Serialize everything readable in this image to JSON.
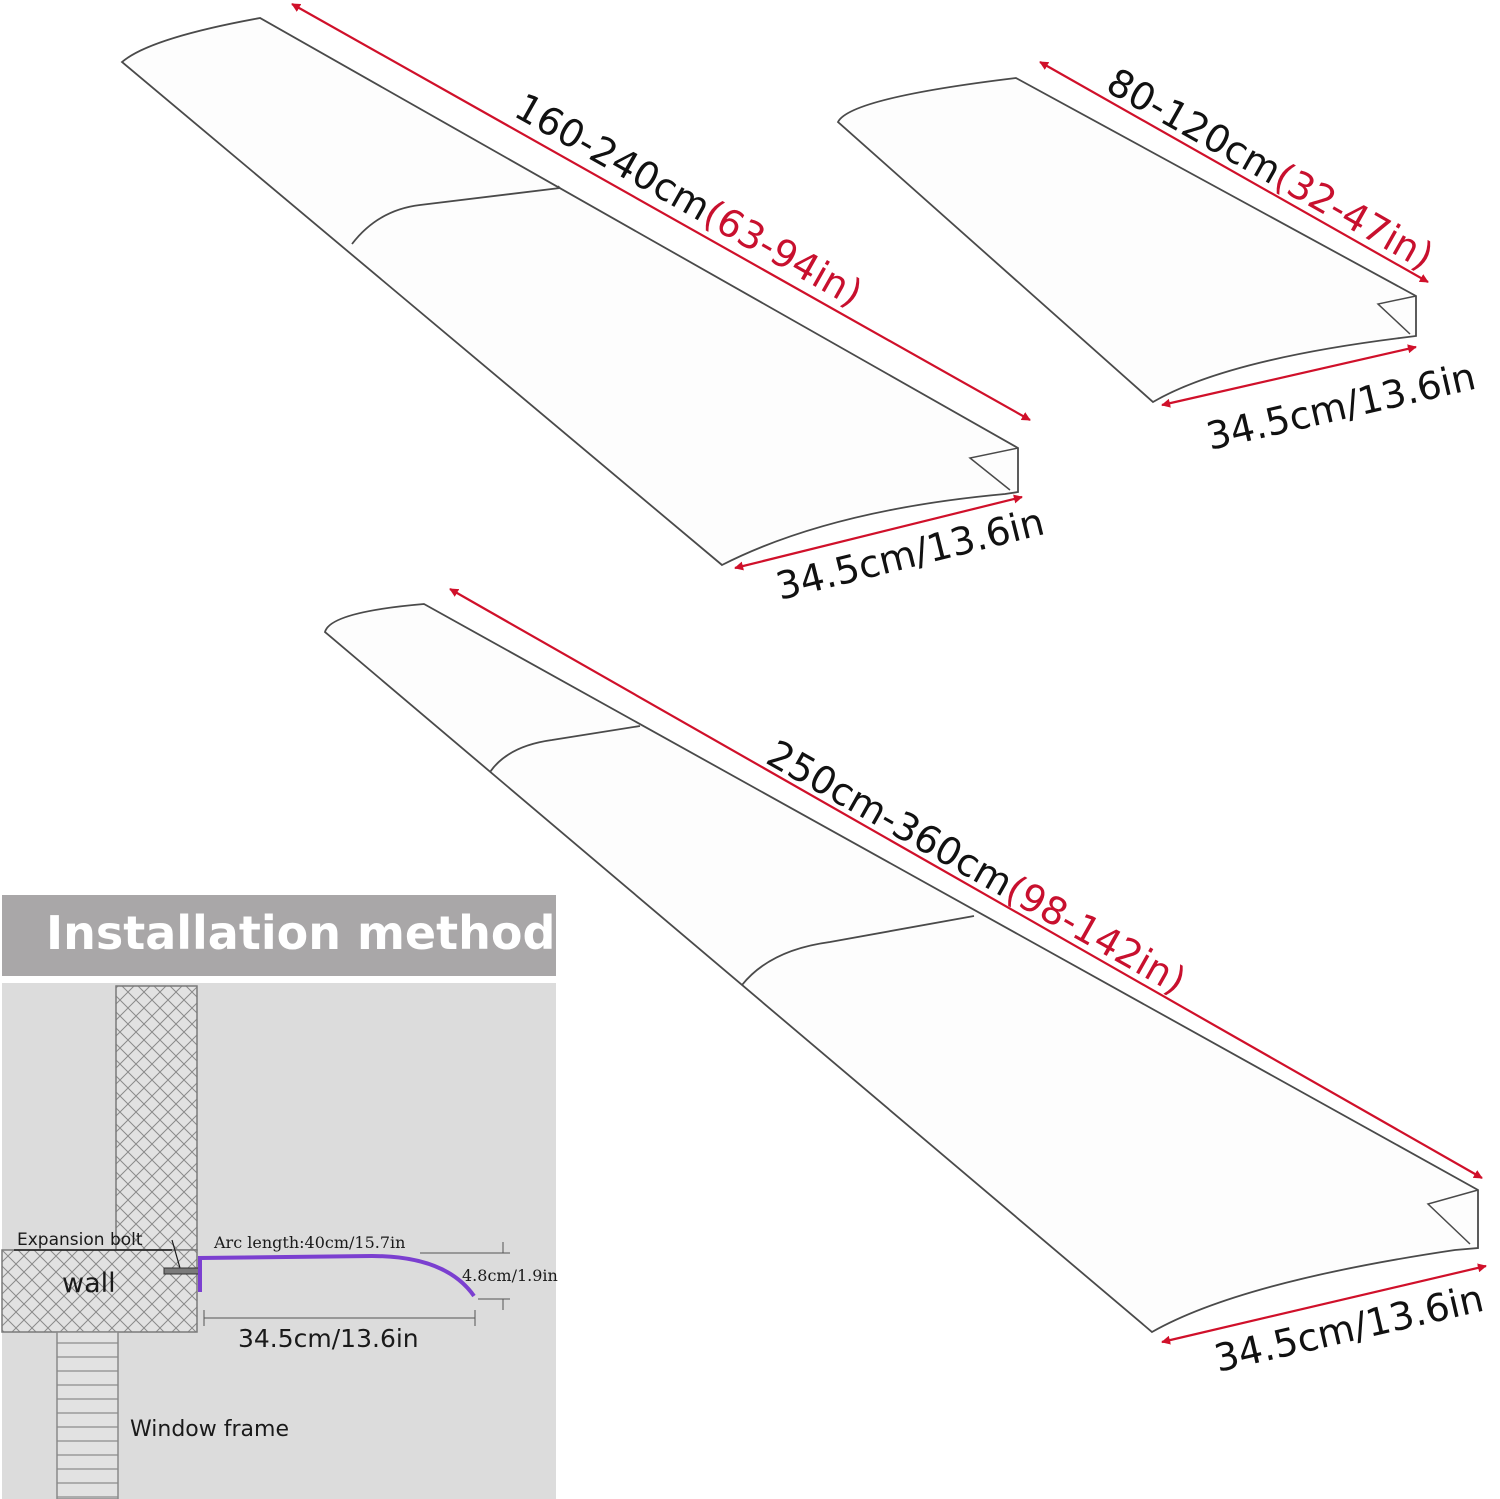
{
  "colors": {
    "arrow": "#d0102a",
    "text_red": "#c8102e",
    "text_dark": "#111111",
    "panel_bg": "#dcdcdc",
    "title_bg": "#a9a7a8",
    "guard_stroke": "#4a4a4a",
    "arc_purple": "#7b3fd0"
  },
  "products": [
    {
      "length_cm": "160-240cm",
      "length_in": "(63-94in)",
      "width": "34.5cm/13.6in"
    },
    {
      "length_cm": "80-120cm",
      "length_in": "(32-47in)",
      "width": "34.5cm/13.6in"
    },
    {
      "length_cm": "250cm-360cm",
      "length_in": "(98-142in)",
      "width": "34.5cm/13.6in"
    }
  ],
  "installation": {
    "title": "Installation method",
    "expansion_bolt": "Expansion bolt",
    "wall": "wall",
    "arc_length": "Arc length:40cm/15.7in",
    "height": "4.8cm/1.9in",
    "depth": "34.5cm/13.6in",
    "window_frame": "Window frame"
  }
}
